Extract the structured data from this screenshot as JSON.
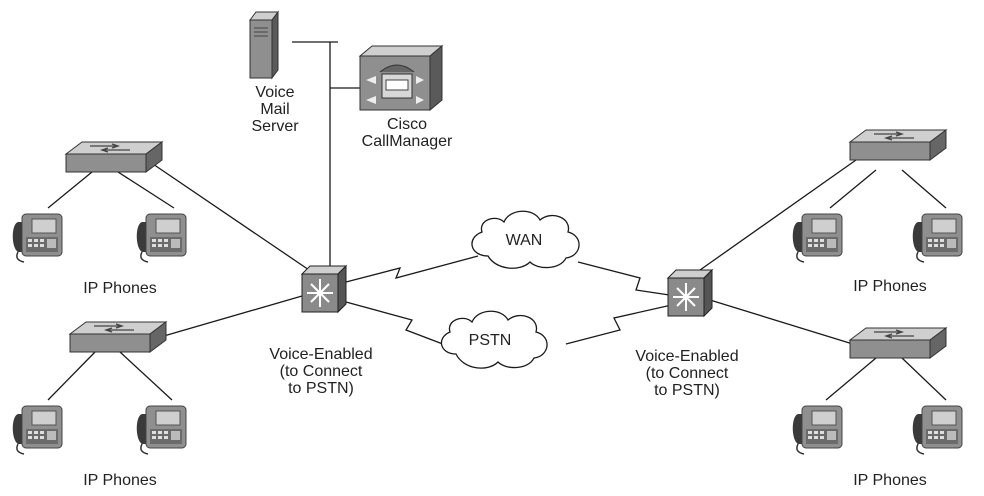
{
  "labels": {
    "voice_mail_server": "Voice\nMail\nServer",
    "cisco_callmanager": "Cisco\nCallManager",
    "wan": "WAN",
    "pstn": "PSTN",
    "ip_phones": "IP Phones",
    "voice_enabled": "Voice-Enabled\n(to Connect\nto PSTN)"
  },
  "icons": {
    "server": "voice-mail-server-icon",
    "callmanager": "callmanager-icon",
    "switch": "lan-switch-icon",
    "router": "voice-router-icon",
    "phone": "ip-phone-icon",
    "cloud": "cloud-icon"
  },
  "colors": {
    "line": "#1a1a1a",
    "device_gray": "#8f8f8f",
    "device_dark": "#5a5a5a",
    "device_light": "#d2d2d2"
  }
}
